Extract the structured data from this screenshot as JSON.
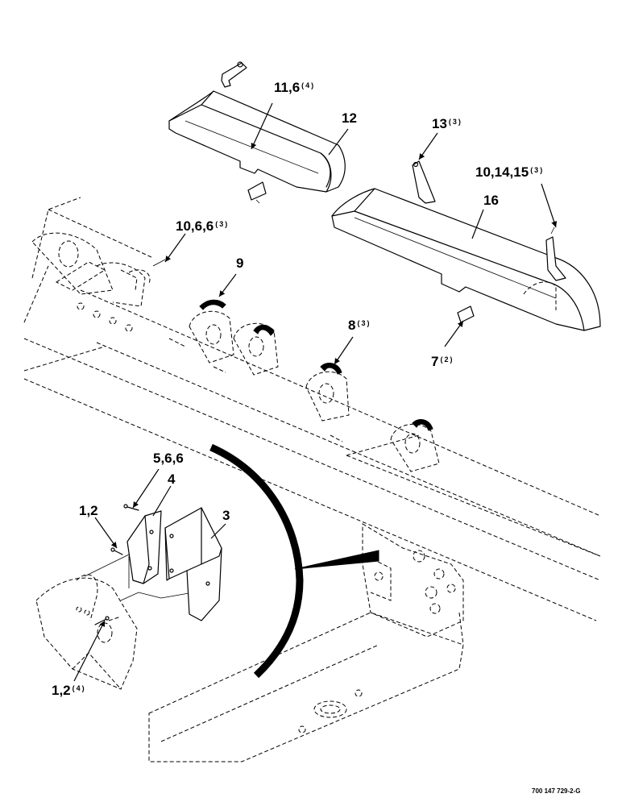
{
  "callouts": [
    {
      "id": "c-11-6",
      "text": "11,6",
      "qty": "(4)"
    },
    {
      "id": "c-12",
      "text": "12",
      "qty": ""
    },
    {
      "id": "c-13",
      "text": "13",
      "qty": "(3)"
    },
    {
      "id": "c-10-14-15",
      "text": "10,14,15",
      "qty": "(3)"
    },
    {
      "id": "c-16",
      "text": "16",
      "qty": ""
    },
    {
      "id": "c-10-6-6",
      "text": "10,6,6",
      "qty": "(3)"
    },
    {
      "id": "c-9",
      "text": "9",
      "qty": ""
    },
    {
      "id": "c-8",
      "text": "8",
      "qty": "(3)"
    },
    {
      "id": "c-7",
      "text": "7",
      "qty": "(2)"
    },
    {
      "id": "c-5-6-6",
      "text": "5,6,6",
      "qty": ""
    },
    {
      "id": "c-4",
      "text": "4",
      "qty": ""
    },
    {
      "id": "c-1-2",
      "text": "1,2",
      "qty": ""
    },
    {
      "id": "c-3",
      "text": "3",
      "qty": ""
    },
    {
      "id": "c-1-2-b",
      "text": "1,2",
      "qty": "(4)"
    }
  ],
  "drawing_code": "700 147 729-2-G"
}
